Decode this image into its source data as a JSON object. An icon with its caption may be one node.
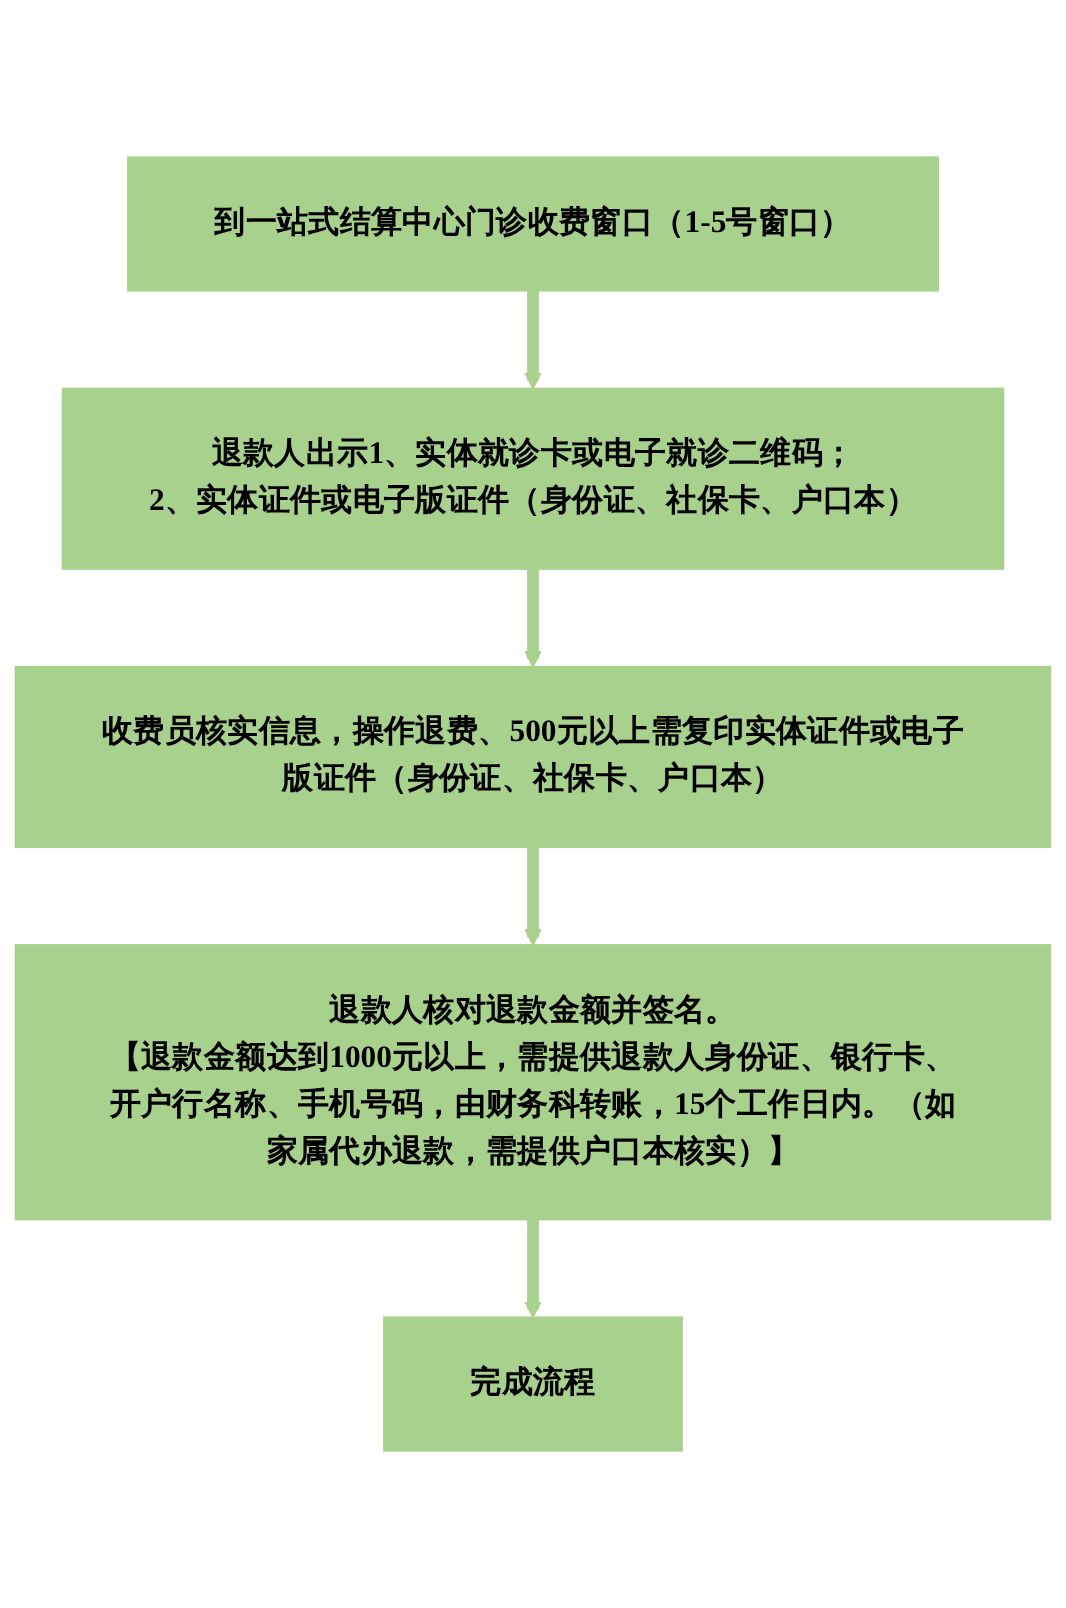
{
  "diagram": {
    "nodes": [
      {
        "text": [
          "到一站式结算中心门诊收费窗口（1-5号窗口）"
        ]
      },
      {
        "text": [
          "退款人出示1、实体就诊卡或电子就诊二维码；",
          "2、实体证件或电子版证件（身份证、社保卡、户口本）"
        ]
      },
      {
        "text": [
          "收费员核实信息，操作退费、500元以上需复印实体证件或电子版证件（身份证、社保卡、户口本）"
        ]
      },
      {
        "text": [
          "退款人核对退款金额并签名。",
          "【退款金额达到1000元以上，需提供退款人身份证、银行卡、开户行名称、手机号码，由财务科转账，15个工作日内。（如家属代办退款，需提供户口本核实）】"
        ]
      },
      {
        "text": [
          "完成流程"
        ]
      }
    ],
    "edges": [
      {
        "from": 0,
        "to": 1,
        "arrow": "to"
      },
      {
        "from": 1,
        "to": 2,
        "arrow": "to"
      },
      {
        "from": 2,
        "to": 3,
        "arrow": "to"
      },
      {
        "from": 3,
        "to": 4,
        "arrow": "to"
      }
    ]
  }
}
